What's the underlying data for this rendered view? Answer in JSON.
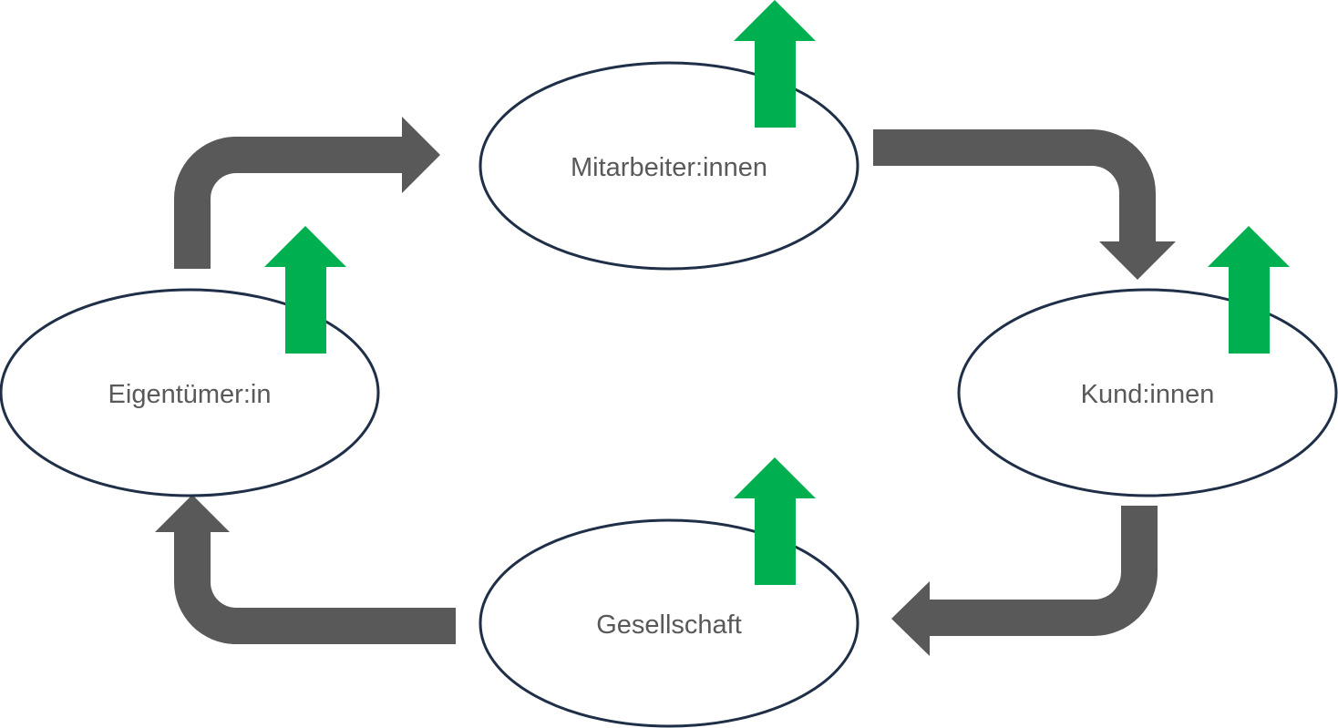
{
  "nodes": {
    "mitarbeiter": {
      "label": "Mitarbeiter:innen"
    },
    "kunden": {
      "label": "Kund:innen"
    },
    "gesellschaft": {
      "label": "Gesellschaft"
    },
    "eigentuemer": {
      "label": "Eigentümer:in"
    }
  },
  "colors": {
    "cycle_arrow": "#595959",
    "up_arrow": "#00b050",
    "ellipse_stroke": "#1e2f47",
    "label_text": "#595959",
    "background": "#ffffff"
  },
  "icons": {
    "cycle": "curved-arrow-icon",
    "growth": "up-arrow-icon"
  }
}
